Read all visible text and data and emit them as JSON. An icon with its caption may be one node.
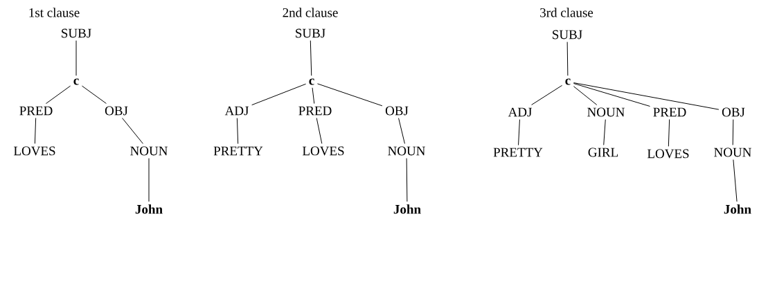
{
  "diagram": {
    "nodes": [
      {
        "text": [
          "SUBJ"
        ]
      },
      {
        "text": [
          "c"
        ]
      },
      {
        "text": [
          "PRED"
        ]
      },
      {
        "text": [
          "OBJ"
        ]
      },
      {
        "text": [
          "LOVES"
        ]
      },
      {
        "text": [
          "NOUN"
        ]
      },
      {
        "text": [
          "John"
        ]
      },
      {
        "text": [
          "SUBJ"
        ]
      },
      {
        "text": [
          "c"
        ]
      },
      {
        "text": [
          "ADJ"
        ]
      },
      {
        "text": [
          "PRED"
        ]
      },
      {
        "text": [
          "OBJ"
        ]
      },
      {
        "text": [
          "PRETTY"
        ]
      },
      {
        "text": [
          "LOVES"
        ]
      },
      {
        "text": [
          "NOUN"
        ]
      },
      {
        "text": [
          "John"
        ]
      },
      {
        "text": [
          "SUBJ"
        ]
      },
      {
        "text": [
          "c"
        ]
      },
      {
        "text": [
          "ADJ"
        ]
      },
      {
        "text": [
          "NOUN"
        ]
      },
      {
        "text": [
          "PRED"
        ]
      },
      {
        "text": [
          "OBJ"
        ]
      },
      {
        "text": [
          "PRETTY"
        ]
      },
      {
        "text": [
          "GIRL"
        ]
      },
      {
        "text": [
          "LOVES"
        ]
      },
      {
        "text": [
          "NOUN"
        ]
      },
      {
        "text": [
          "John"
        ]
      }
    ],
    "edges": [
      {
        "from": 0,
        "to": 1,
        "arrow": "none"
      },
      {
        "from": 1,
        "to": 2,
        "arrow": "none"
      },
      {
        "from": 1,
        "to": 3,
        "arrow": "none"
      },
      {
        "from": 2,
        "to": 4,
        "arrow": "none"
      },
      {
        "from": 3,
        "to": 5,
        "arrow": "none"
      },
      {
        "from": 5,
        "to": 6,
        "arrow": "none"
      },
      {
        "from": 7,
        "to": 8,
        "arrow": "none"
      },
      {
        "from": 8,
        "to": 9,
        "arrow": "none"
      },
      {
        "from": 8,
        "to": 10,
        "arrow": "none"
      },
      {
        "from": 8,
        "to": 11,
        "arrow": "none"
      },
      {
        "from": 9,
        "to": 12,
        "arrow": "none"
      },
      {
        "from": 10,
        "to": 13,
        "arrow": "none"
      },
      {
        "from": 11,
        "to": 14,
        "arrow": "none"
      },
      {
        "from": 14,
        "to": 15,
        "arrow": "none"
      },
      {
        "from": 16,
        "to": 17,
        "arrow": "none"
      },
      {
        "from": 17,
        "to": 18,
        "arrow": "none"
      },
      {
        "from": 17,
        "to": 19,
        "arrow": "none"
      },
      {
        "from": 17,
        "to": 20,
        "arrow": "none"
      },
      {
        "from": 17,
        "to": 21,
        "arrow": "none"
      },
      {
        "from": 18,
        "to": 22,
        "arrow": "none"
      },
      {
        "from": 19,
        "to": 23,
        "arrow": "none"
      },
      {
        "from": 20,
        "to": 24,
        "arrow": "none"
      },
      {
        "from": 21,
        "to": 25,
        "arrow": "none"
      },
      {
        "from": 25,
        "to": 26,
        "arrow": "none"
      }
    ],
    "labels": [
      "1st clause",
      "2nd clause",
      "3rd clause"
    ]
  }
}
